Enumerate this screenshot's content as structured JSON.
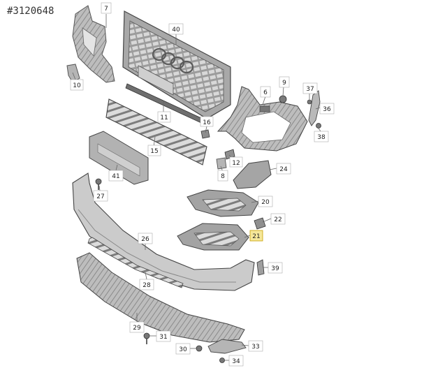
{
  "diagram": {
    "reference_number": "#3120648",
    "highlight_color": "#f5e79a",
    "part_fill": "#c8c8c8",
    "part_fill_dark": "#9a9a9a",
    "part_stroke": "#555555",
    "leader_color": "#666666",
    "labels": {
      "p7": "7",
      "p40": "40",
      "p10": "10",
      "p9": "9",
      "p6": "6",
      "p37": "37",
      "p36": "36",
      "p11": "11",
      "p16": "16",
      "p38": "38",
      "p15": "15",
      "p12": "12",
      "p8": "8",
      "p24": "24",
      "p41": "41",
      "p27": "27",
      "p20": "20",
      "p22": "22",
      "p21": "21",
      "p26": "26",
      "p39": "39",
      "p28": "28",
      "p29": "29",
      "p31": "31",
      "p30": "30",
      "p33": "33",
      "p34": "34"
    }
  }
}
